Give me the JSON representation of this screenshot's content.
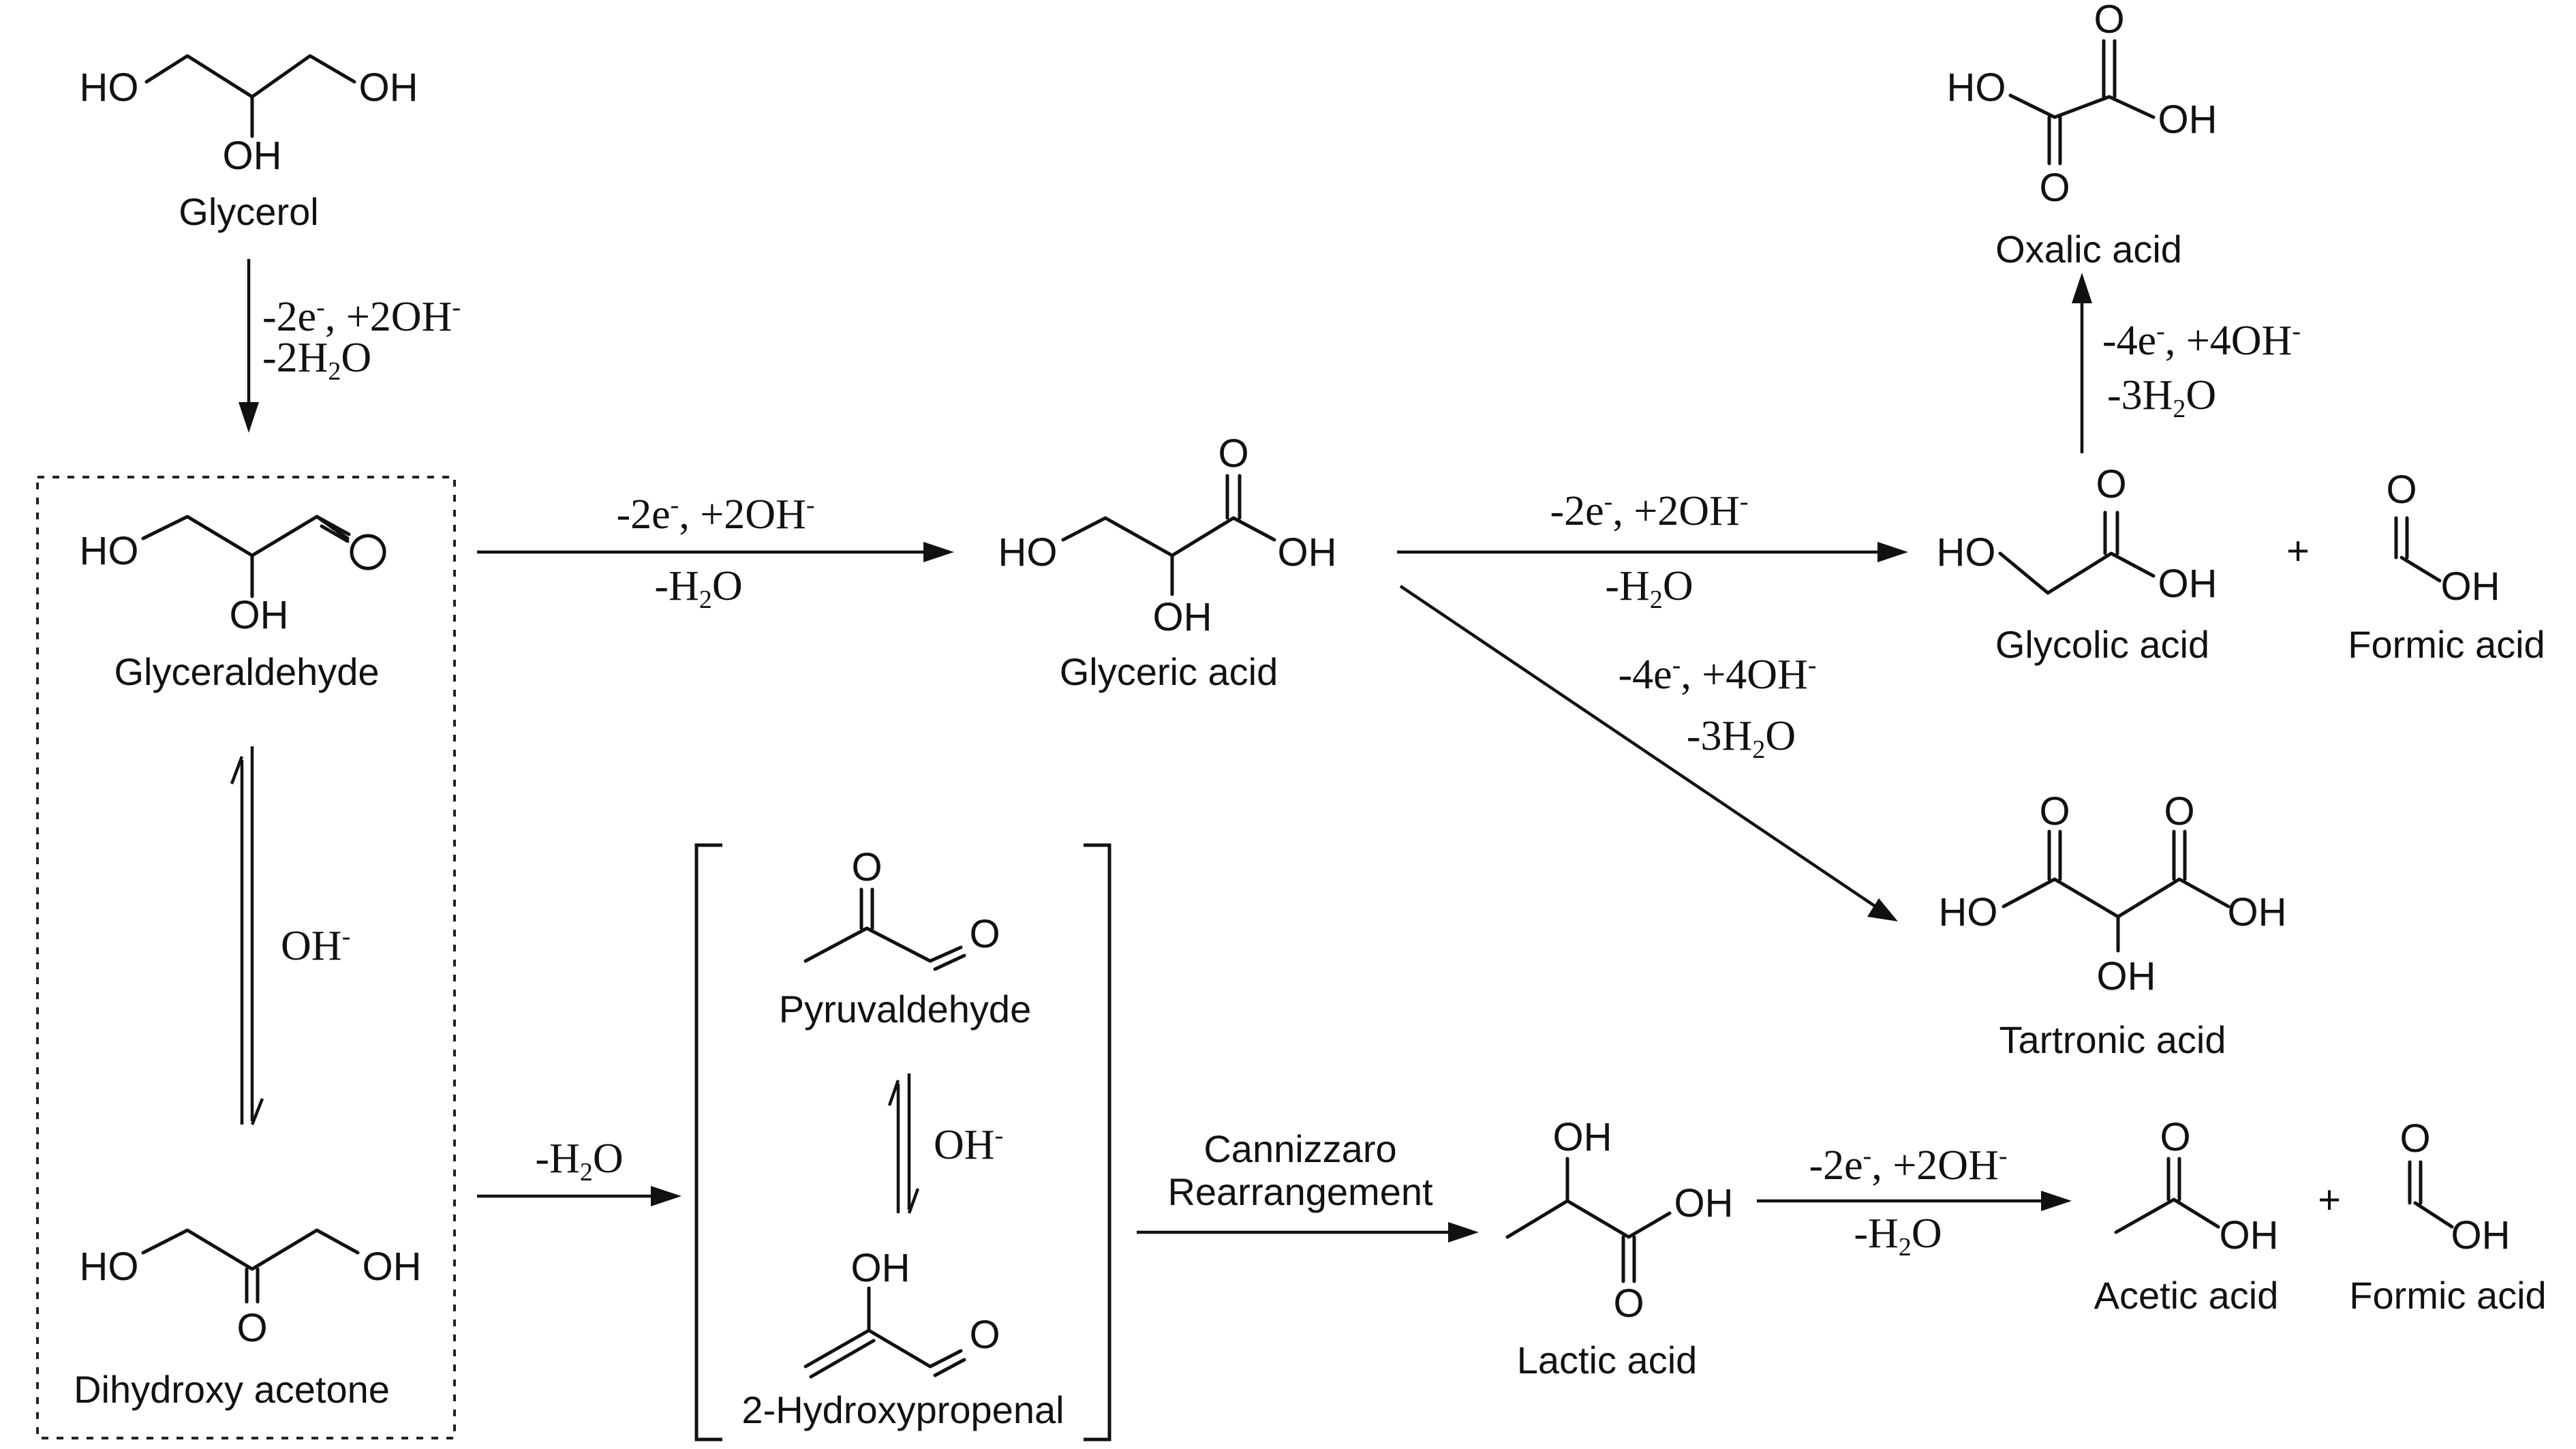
{
  "compounds": {
    "glycerol": "Glycerol",
    "glyceraldehyde": "Glyceraldehyde",
    "dihydroxy_acetone": "Dihydroxy acetone",
    "glyceric_acid": "Glyceric acid",
    "glycolic_acid": "Glycolic acid",
    "formic_acid_1": "Formic acid",
    "oxalic_acid": "Oxalic acid",
    "tartronic_acid": "Tartronic acid",
    "pyruvaldehyde": "Pyruvaldehyde",
    "hydroxypropenal": "2-Hydroxypropenal",
    "lactic_acid": "Lactic acid",
    "acetic_acid": "Acetic acid",
    "formic_acid_2": "Formic acid"
  },
  "atoms": {
    "ho": "HO",
    "oh": "OH",
    "o": "O"
  },
  "plus_sign": "+",
  "conditions": {
    "glycerol_to_glyceraldehyde": {
      "l1_a": "-2e",
      "l1_sup1": "-",
      "l1_b": ", +2OH",
      "l1_sup2": "-",
      "l2_a": "-2H",
      "l2_sub": "2",
      "l2_b": "O"
    },
    "glyceraldehyde_to_glyceric": {
      "l1_a": "-2e",
      "l1_sup1": "-",
      "l1_b": ", +2OH",
      "l1_sup2": "-",
      "l2_a": "-H",
      "l2_sub": "2",
      "l2_b": "O"
    },
    "glyceric_to_glycolic": {
      "l1_a": "-2e",
      "l1_sup1": "-",
      "l1_b": ", +2OH",
      "l1_sup2": "-",
      "l2_a": "-H",
      "l2_sub": "2",
      "l2_b": "O"
    },
    "glyceric_to_tartronic": {
      "l1_a": "-4e",
      "l1_sup1": "-",
      "l1_b": ", +4OH",
      "l1_sup2": "-",
      "l2_a": "-3H",
      "l2_sub": "2",
      "l2_b": "O"
    },
    "glycolic_to_oxalic": {
      "l1_a": "-4e",
      "l1_sup1": "-",
      "l1_b": ", +4OH",
      "l1_sup2": "-",
      "l2_a": "-3H",
      "l2_sub": "2",
      "l2_b": "O"
    },
    "lactic_to_acetic": {
      "l1_a": "-2e",
      "l1_sup1": "-",
      "l1_b": ", +2OH",
      "l1_sup2": "-",
      "l2_a": "-H",
      "l2_sub": "2",
      "l2_b": "O"
    },
    "equilibrium_1": {
      "base": "OH",
      "sup": "-"
    },
    "equilibrium_2": {
      "base": "OH",
      "sup": "-"
    },
    "dehydration": {
      "a": "-H",
      "sub": "2",
      "b": "O"
    },
    "cannizzaro_line1": "Cannizzaro",
    "cannizzaro_line2": "Rearrangement"
  }
}
